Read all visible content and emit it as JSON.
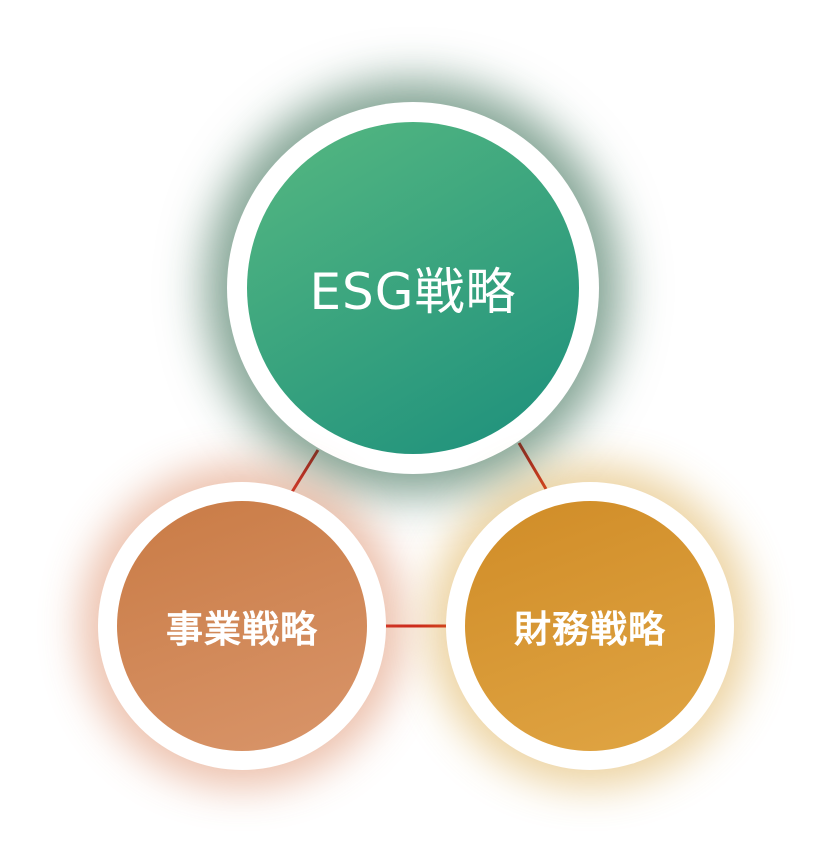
{
  "nodes": {
    "esg": {
      "label": "ESG戦略",
      "gradient_start": "#56B881",
      "gradient_end": "#1C8F7C"
    },
    "business": {
      "label": "事業戦略",
      "gradient_start": "#C97B45",
      "gradient_end": "#D9956A"
    },
    "finance": {
      "label": "財務戦略",
      "gradient_start": "#D08C27",
      "gradient_end": "#E0A544"
    }
  },
  "connector_color": "#CC1414",
  "ring_color": "#FFFFFF"
}
